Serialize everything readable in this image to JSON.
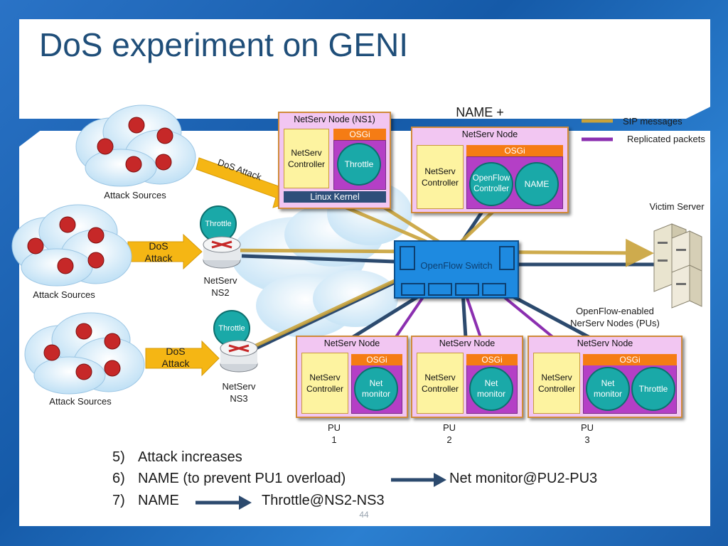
{
  "slide": {
    "title": "DoS experiment on GENI",
    "page_number": "44"
  },
  "legend": {
    "name_plus": "NAME +",
    "sip_label": "SIP messages",
    "replicated_label": "Replicated packets",
    "sip_color": "#c9a23a",
    "replicated_color": "#8b2fb0"
  },
  "attack_sources": [
    {
      "label": "Attack Sources"
    },
    {
      "label": "Attack Sources"
    },
    {
      "label": "Attack Sources"
    }
  ],
  "dos_labels": {
    "diagonal": "DoS Attack",
    "middle": "DoS\nAttack",
    "bottom": "DoS\nAttack"
  },
  "routers": [
    {
      "badge": "Throttle",
      "label": "NetServ\nNS2"
    },
    {
      "badge": "Throttle",
      "label": "NetServ\nNS3"
    }
  ],
  "ns1": {
    "title": "NetServ Node (NS1)",
    "osgi": "OSGi",
    "controller": "NetServ Controller",
    "throttle": "Throttle",
    "kernel": "Linux Kernel"
  },
  "top_node": {
    "title": "NetServ Node",
    "osgi": "OSGi",
    "controller": "NetServ Controller",
    "openflow_controller": "OpenFlow Controller",
    "name": "NAME"
  },
  "switch": {
    "label": "OpenFlow Switch"
  },
  "victim": {
    "label": "Victim Server"
  },
  "pu_caption": "OpenFlow-enabled\nNerServ Nodes (PUs)",
  "pu_nodes": [
    {
      "title": "NetServ Node",
      "osgi": "OSGi",
      "controller": "NetServ Controller",
      "monitor": "Net monitor",
      "pu": "PU\n1"
    },
    {
      "title": "NetServ Node",
      "osgi": "OSGi",
      "controller": "NetServ Controller",
      "monitor": "Net monitor",
      "pu": "PU\n2"
    },
    {
      "title": "NetServ Node",
      "osgi": "OSGi",
      "controller": "NetServ Controller",
      "monitor": "Net monitor",
      "throttle": "Throttle",
      "pu": "PU\n3"
    }
  ],
  "steps": [
    {
      "num": "5)",
      "text": "Attack increases",
      "target": ""
    },
    {
      "num": "6)",
      "text": "NAME (to prevent PU1 overload)",
      "target": "Net monitor@PU2-PU3"
    },
    {
      "num": "7)",
      "text": "NAME",
      "target": "Throttle@NS2-NS3"
    }
  ]
}
